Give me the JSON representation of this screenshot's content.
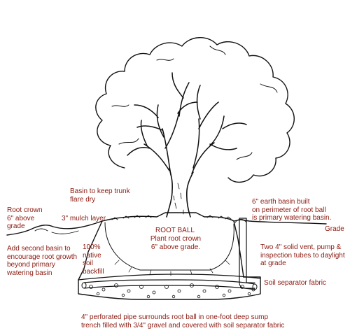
{
  "colors": {
    "ink": "#111111",
    "label": "#8b1a10",
    "paper": "#ffffff"
  },
  "labels": {
    "basin_trunk": "Basin to keep trunk\nflare dry",
    "root_crown": "Root crown\n6\" above\ngrade",
    "mulch": "3\" mulch layer",
    "earth_basin": "6\" earth basin built\non perimeter of root ball\nis primary watering basin.",
    "grade": "Grade",
    "root_ball_title": "ROOT BALL",
    "root_ball_text": "Plant root crown\n6\" above grade.",
    "second_basin": "Add second basin to\nencourage root growth\nbeyond primary\nwatering basin",
    "native_soil": "100%\nnative\nsoil\nbackfill",
    "vents": "Two 4\" solid vent, pump &\ninspection tubes to daylight\nat grade",
    "separator": "Soil separator fabric",
    "pipe": "4\" perforated pipe surrounds root ball in one-foot deep sump\ntrench filled with 3/4\" gravel  and covered with soil separator fabric"
  }
}
